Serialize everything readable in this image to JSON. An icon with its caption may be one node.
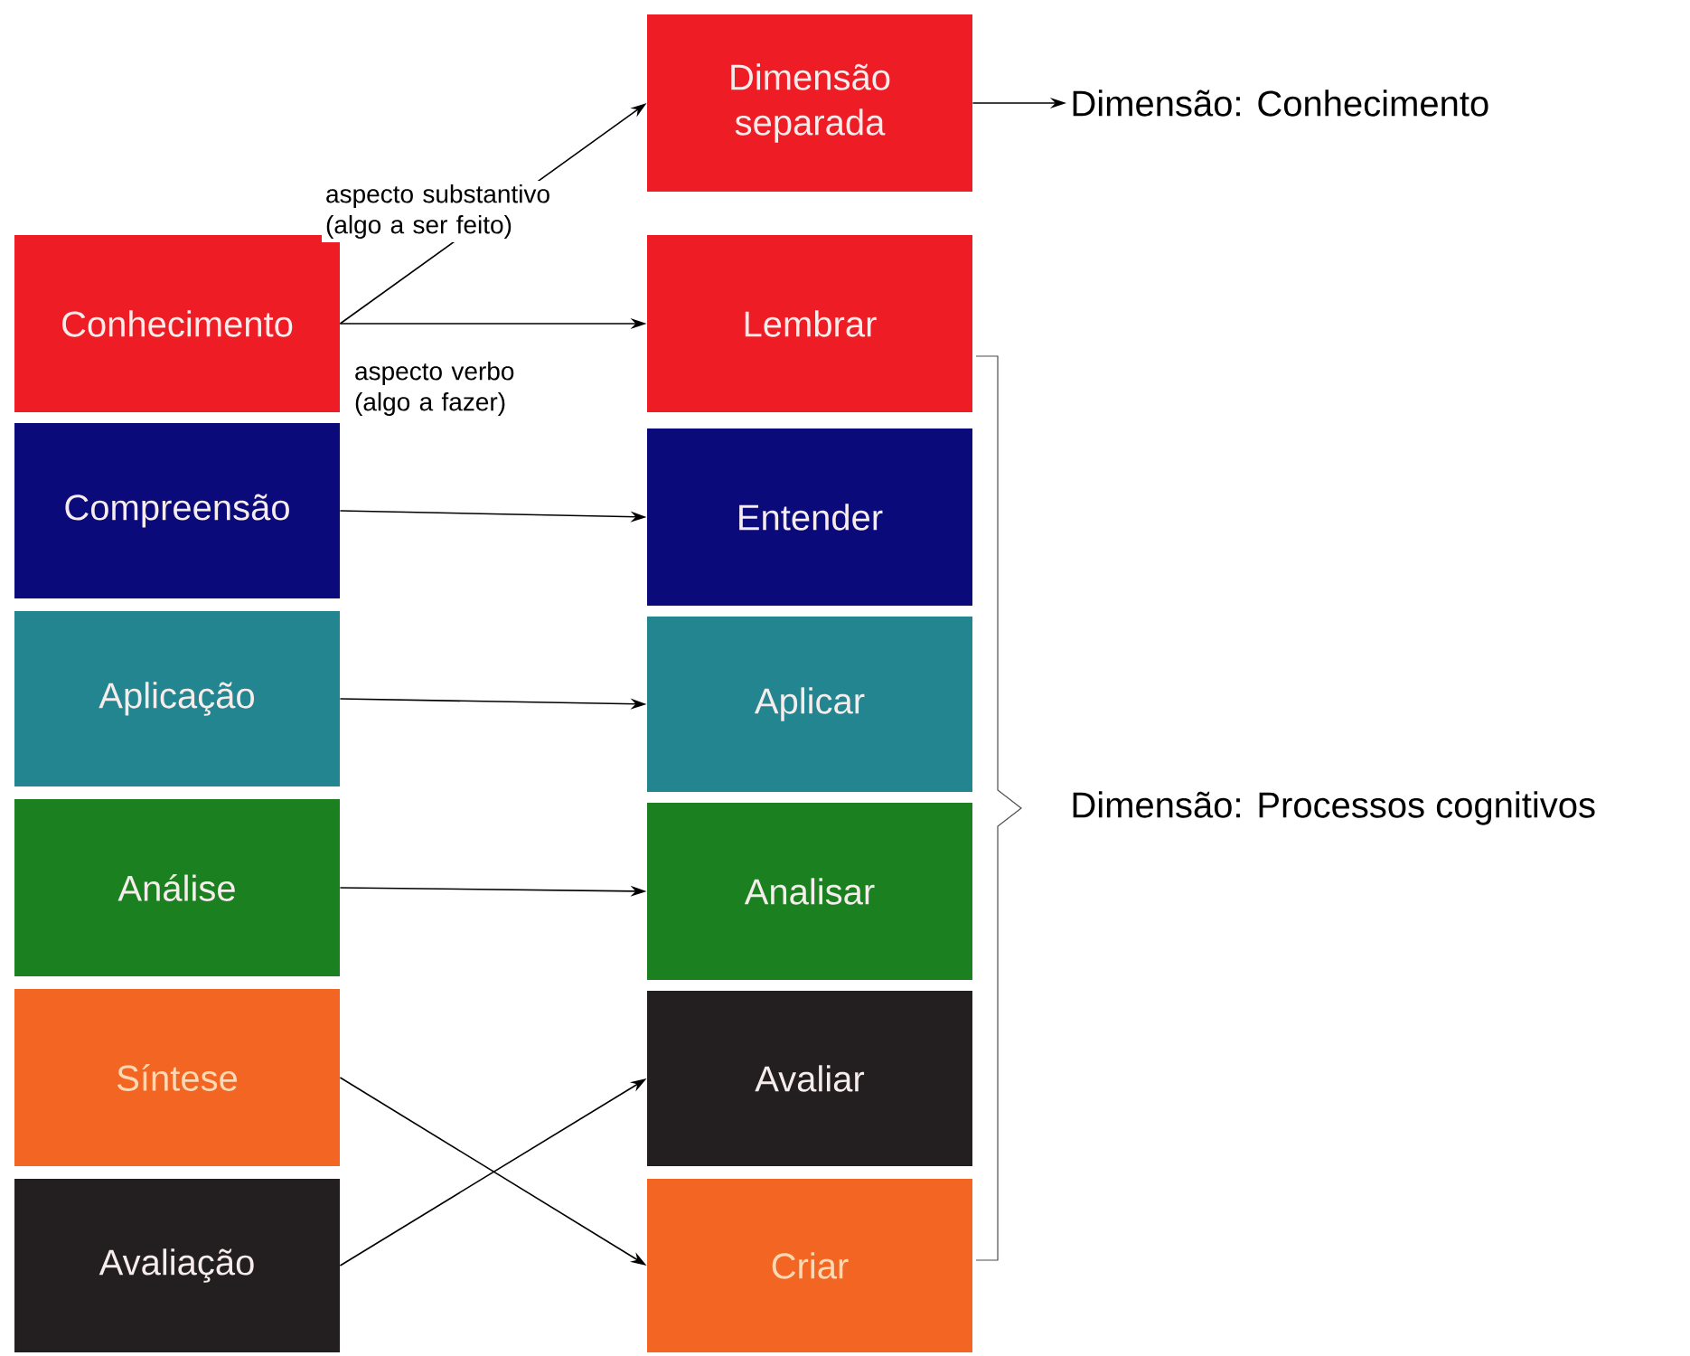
{
  "diagram": {
    "nodes": [
      {
        "text": [
          "Conhecimento"
        ]
      },
      {
        "text": [
          "Compreensão"
        ]
      },
      {
        "text": [
          "Aplicação"
        ]
      },
      {
        "text": [
          "Análise"
        ]
      },
      {
        "text": [
          "Síntese"
        ]
      },
      {
        "text": [
          "Avaliação"
        ]
      },
      {
        "text": [
          "Dimensão separada"
        ]
      },
      {
        "text": [
          "Lembrar"
        ]
      },
      {
        "text": [
          "Entender"
        ]
      },
      {
        "text": [
          "Aplicar"
        ]
      },
      {
        "text": [
          "Analisar"
        ]
      },
      {
        "text": [
          "Avaliar"
        ]
      },
      {
        "text": [
          "Criar"
        ]
      },
      {
        "text": [
          "Dimensão: Conhecimento"
        ]
      }
    ],
    "edges": [
      {
        "from": 0,
        "to": 6,
        "arrow": "to",
        "label": "aspecto substantivo (algo a ser feito)"
      },
      {
        "from": 0,
        "to": 7,
        "arrow": "to",
        "label": "aspecto verbo (algo a fazer)"
      },
      {
        "from": 1,
        "to": 8,
        "arrow": "to"
      },
      {
        "from": 2,
        "to": 9,
        "arrow": "to"
      },
      {
        "from": 3,
        "to": 10,
        "arrow": "to"
      },
      {
        "from": 4,
        "to": 12,
        "arrow": "to"
      },
      {
        "from": 5,
        "to": 11,
        "arrow": "to"
      },
      {
        "from": 6,
        "to": 13,
        "arrow": "to"
      }
    ],
    "labels": [
      "Dimensão: Processos cognitivos"
    ]
  }
}
